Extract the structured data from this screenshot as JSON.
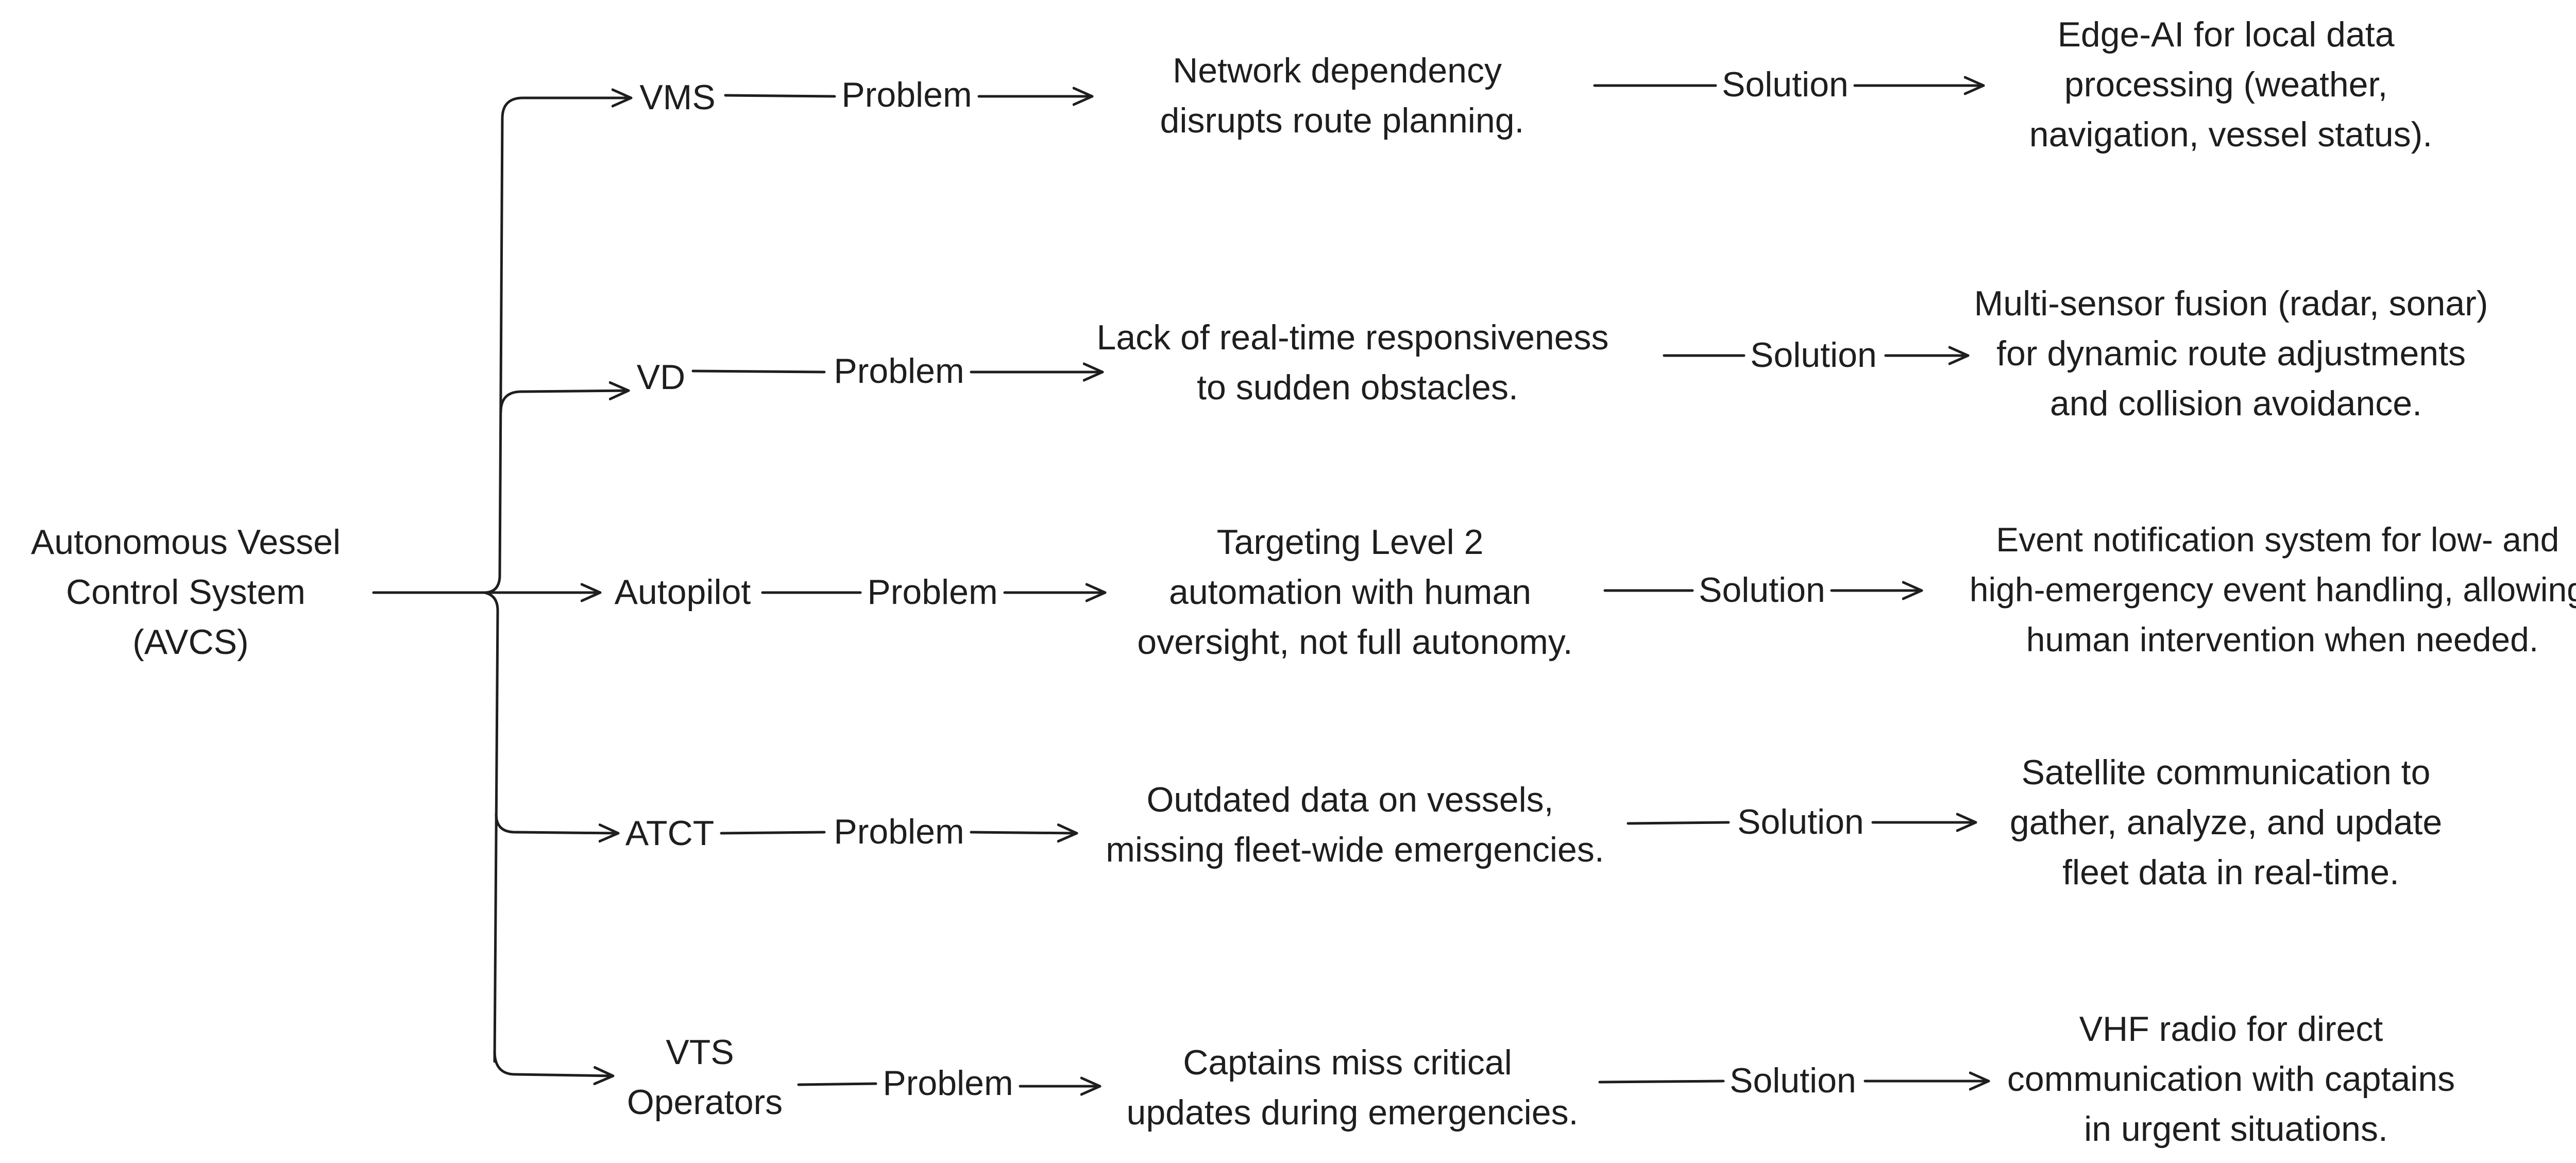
{
  "root": {
    "lines": [
      "Autonomous Vessel",
      "Control System",
      "(AVCS)"
    ]
  },
  "connectors": {
    "problem": "Problem",
    "solution": "Solution"
  },
  "branches": [
    {
      "id": "vms",
      "name": [
        "VMS"
      ],
      "problem": [
        "Network dependency",
        "disrupts route planning."
      ],
      "solution": [
        "Edge-AI for local data",
        "processing (weather,",
        "navigation, vessel status)."
      ]
    },
    {
      "id": "vd",
      "name": [
        "VD"
      ],
      "problem": [
        "Lack of real-time responsiveness",
        "to sudden obstacles."
      ],
      "solution": [
        "Multi-sensor fusion (radar, sonar)",
        "for dynamic route adjustments",
        "and collision avoidance."
      ]
    },
    {
      "id": "autopilot",
      "name": [
        "Autopilot"
      ],
      "problem": [
        "Targeting Level 2",
        "automation with human",
        "oversight, not full autonomy."
      ],
      "solution": [
        "Event notification system for low- and",
        "high-emergency event handling, allowing",
        "human intervention when needed."
      ]
    },
    {
      "id": "atct",
      "name": [
        "ATCT"
      ],
      "problem": [
        "Outdated data on vessels,",
        "missing fleet-wide emergencies."
      ],
      "solution": [
        "Satellite communication to",
        "gather, analyze, and update",
        "fleet data in real-time."
      ]
    },
    {
      "id": "vts",
      "name": [
        "VTS",
        "Operators"
      ],
      "problem": [
        "Captains miss critical",
        "updates during emergencies."
      ],
      "solution": [
        "VHF radio for direct",
        "communication with captains",
        "in urgent situations."
      ]
    }
  ]
}
